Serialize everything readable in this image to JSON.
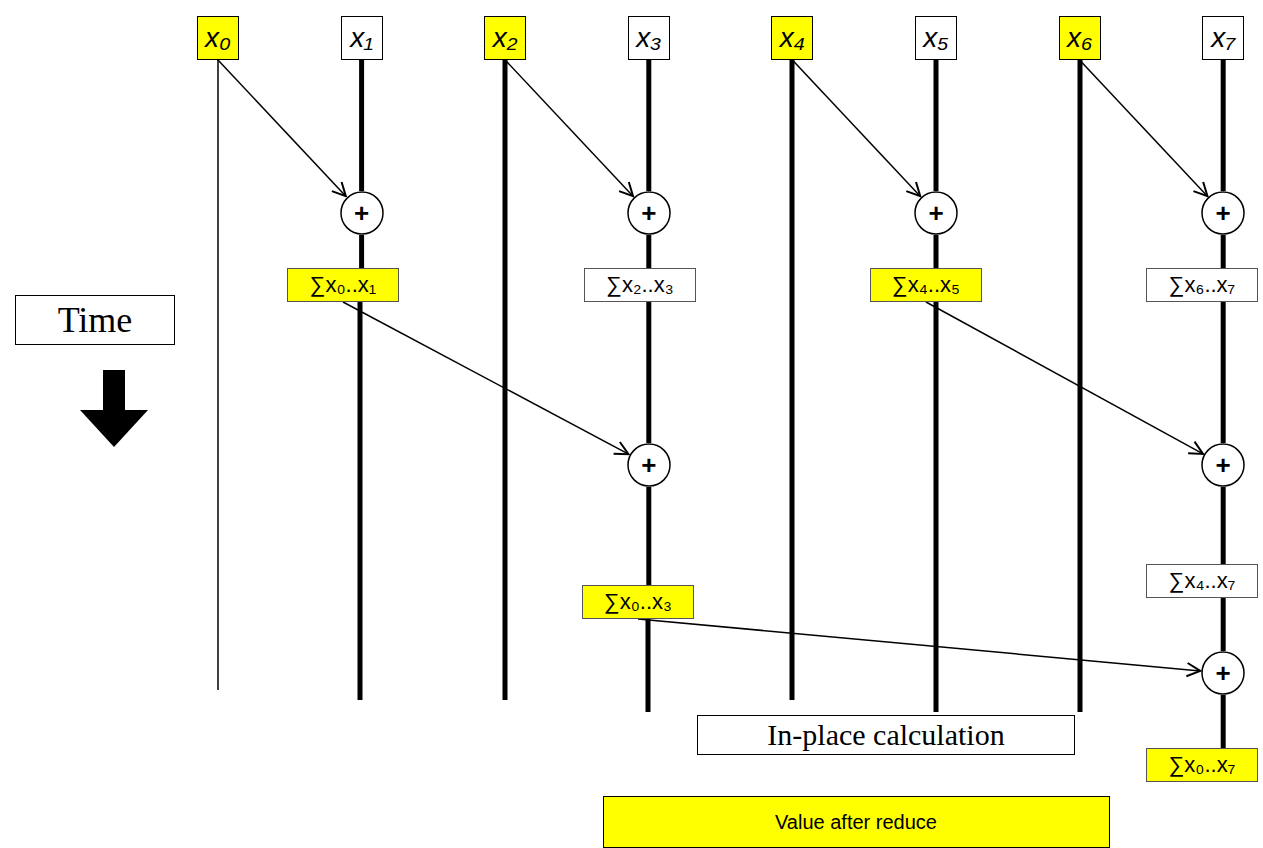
{
  "diagram": {
    "nodes": [
      {
        "text": [
          "x₀"
        ]
      },
      {
        "text": [
          "x₁"
        ]
      },
      {
        "text": [
          "x₂"
        ]
      },
      {
        "text": [
          "x₃"
        ]
      },
      {
        "text": [
          "x₄"
        ]
      },
      {
        "text": [
          "x₅"
        ]
      },
      {
        "text": [
          "x₆"
        ]
      },
      {
        "text": [
          "x₇"
        ]
      },
      {
        "text": [
          "+"
        ]
      },
      {
        "text": [
          "+"
        ]
      },
      {
        "text": [
          "+"
        ]
      },
      {
        "text": [
          "+"
        ]
      },
      {
        "text": [
          "∑x₀..x₁"
        ]
      },
      {
        "text": [
          "∑x₂..x₃"
        ]
      },
      {
        "text": [
          "∑x₄..x₅"
        ]
      },
      {
        "text": [
          "∑x₆..x₇"
        ]
      },
      {
        "text": [
          "+"
        ]
      },
      {
        "text": [
          "+"
        ]
      },
      {
        "text": [
          "∑x₄..x₇"
        ]
      },
      {
        "text": [
          "∑x₀..x₃"
        ]
      },
      {
        "text": [
          "+"
        ]
      },
      {
        "text": [
          "∑x₀..x₇"
        ]
      }
    ],
    "edges": [
      {
        "from": 0,
        "to": 8,
        "arrow": "to"
      },
      {
        "from": 1,
        "to": 8,
        "arrow": "none"
      },
      {
        "from": 8,
        "to": 12,
        "arrow": "none"
      },
      {
        "from": 2,
        "to": 9,
        "arrow": "to"
      },
      {
        "from": 3,
        "to": 9,
        "arrow": "none"
      },
      {
        "from": 9,
        "to": 13,
        "arrow": "none"
      },
      {
        "from": 4,
        "to": 10,
        "arrow": "to"
      },
      {
        "from": 5,
        "to": 10,
        "arrow": "none"
      },
      {
        "from": 10,
        "to": 14,
        "arrow": "none"
      },
      {
        "from": 6,
        "to": 11,
        "arrow": "to"
      },
      {
        "from": 7,
        "to": 11,
        "arrow": "none"
      },
      {
        "from": 11,
        "to": 15,
        "arrow": "none"
      },
      {
        "from": 12,
        "to": 16,
        "arrow": "to"
      },
      {
        "from": 13,
        "to": 16,
        "arrow": "none"
      },
      {
        "from": 16,
        "to": 19,
        "arrow": "none"
      },
      {
        "from": 14,
        "to": 17,
        "arrow": "to"
      },
      {
        "from": 15,
        "to": 17,
        "arrow": "none"
      },
      {
        "from": 17,
        "to": 18,
        "arrow": "none"
      },
      {
        "from": 19,
        "to": 20,
        "arrow": "to"
      },
      {
        "from": 18,
        "to": 20,
        "arrow": "none"
      },
      {
        "from": 20,
        "to": 21,
        "arrow": "none"
      }
    ],
    "labels": [
      "Time"
    ],
    "legend": [
      {
        "text": "In-place calculation",
        "color": "#ffffff"
      },
      {
        "text": "Value after reduce",
        "color": "#ffff00"
      }
    ]
  }
}
